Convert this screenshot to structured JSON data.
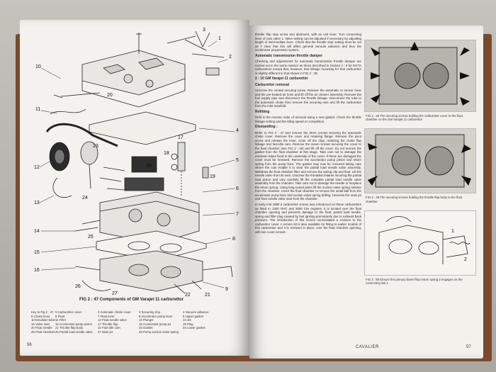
{
  "left_page": {
    "figure_caption": "FIG 2 : 47   Components of GM Varajet 11 carburettor",
    "key_title": "Key to Fig 2 : 47",
    "key_items": [
      "9 Carburettor cover",
      "2 Automatic choke cover",
      "3 Secuiring ring",
      "4 Vacuum advance",
      "5 Choke lever",
      "6 Float",
      "7 Float lever",
      "8 Accelerator pump lever",
      "9 Upper gasket",
      "10 Emulsion tubes",
      "11 Filter",
      "12 Float needle valve",
      "13 Plunger",
      "14 Jet",
      "15 Valve seat",
      "16 Accelerator pump piston",
      "17 Throttle flap",
      "18 Accelerator pump jet",
      "19 Plug",
      "20 Float needle",
      "21 Throttle flap body",
      "22 Fast-idle cam",
      "23 Gasket",
      "24 Lower gasket",
      "25 Float chamber",
      "26 Partial load needle valve",
      "27 Main jet",
      "28 Pump suction valve spring"
    ],
    "page_number": "56",
    "callouts": [
      "1",
      "2",
      "3",
      "4",
      "5",
      "6",
      "7",
      "8",
      "9",
      "10",
      "11",
      "12",
      "13",
      "14",
      "15",
      "16",
      "17",
      "18",
      "19",
      "20",
      "21",
      "22",
      "23",
      "24",
      "25",
      "26",
      "27",
      "28"
    ]
  },
  "right_page": {
    "paragraphs": [
      "throttle flap stop screw and abutment, with an unit lever. Turn connecting lever of cam valve 1. Valve setting can be adjusted if necessary by adjusting length of intermediate lever. Check that the throttle stop setting must be set as 7 clear that this will affect general vacuum advance and thus the accelerator progression system.",
      "Checking and adjustments for automatic transmission throttle damper are carried out in the same manner as those described in Section 2 : 9 for DGTA carburettors except that, however, that linkage mounting for that carburettor is slightly different to that shown in FIG 2 : 38."
    ],
    "heading_1": "Automatic transmission throttle damper",
    "heading_2": "2 : 10 GM Varajet 11 carburettor",
    "heading_3": "Carburettor removal",
    "para_removal": "Unscrew the central securing screw. Release the automatic to sensor hose and the pre-heated air hose and lift off the air cleaner assembly. Remove the fuel supply pipe and disconnect the throttle linkage. Disconnect the tube to the automatic choke then remove the securing nuts and lift the carburettor from the inlet manifold.",
    "heading_4": "Refitting",
    "para_refit": "Refit in the reverse order of removal using a new gasket. Check the throttle linkage setting and the idling speed on completion.",
    "heading_5": "Dismantling :",
    "para_dismantle": "Refer to FIG 2 : 47 and remove the three screws securing the automatic choke cover. Remove the cover and retaining flange. Remove the pivot screw and release the lever, cover off the clips, retaining the choke flap linkage and fast-idle cam. Remove the seven screws securing the cover to the float chamber (see FIG 2 : 48) and lift off the cover. Do not remove the gasket from the float chamber at this stage. Take care not to damage the emulsion tubes fixed to the underside of the cover. If these are damaged the cover must be renewed. Remove the accelerator pump piston and return spring from the pump bore. The gasket may now be removed taking care where the cuts enable it to clear the partial load needle valve assembly. Withdraw the float chamber filter and remove the spring clip and float. Lift the needle valve from its seat. Unscrew the threaded retainer securing the partial load piston and vary carefully lift the complete partial load needle valve assembly from the chamber. Take care not to damage the needle or misplace the return spring. Using long-nosed pliers lift the suction valve spring retainer from the chamber. Invert the float chamber to remove the small ball from the accelerator pump bore and suction valve spring drilling. Unscrew the main jet and float needle valve seat from the chamber.",
    "para_final": "In early-mid 1980 a carburettor screen was introduced on these carburettors as fitted to 1300 OHC and 2000 CIH engines. It is located over the float chamber opening and prevents damage to the float, partial load needle, spring and filler plug caused by fuel igniting prematurely due to exhaust back pressure. The introduction of this screen necessitated a revision to the carburettor cover. A screen kit is also available for fitting to earlier models of this carburettor and it is screwed in place, over the float chamber opening, with two cover screws.",
    "fig_48_caption": "FIG 2 : 48   The securing screws holding the carburettor cover to the float chamber on the GM Varajet 11 carburettor",
    "fig_49_caption": "FIG 2 : 49   The securing screws holding the throttle flap body to the float chamber",
    "fig_50_caption": "FIG 2 : 50   Ensure the primary barrel flap return spring 2 engages on the connecting link 1",
    "footer": "CAVALIER",
    "page_number": "57"
  },
  "colors": {
    "cover": "#7a4a2e",
    "paper": "#f2f1ec",
    "ink": "#222222"
  }
}
